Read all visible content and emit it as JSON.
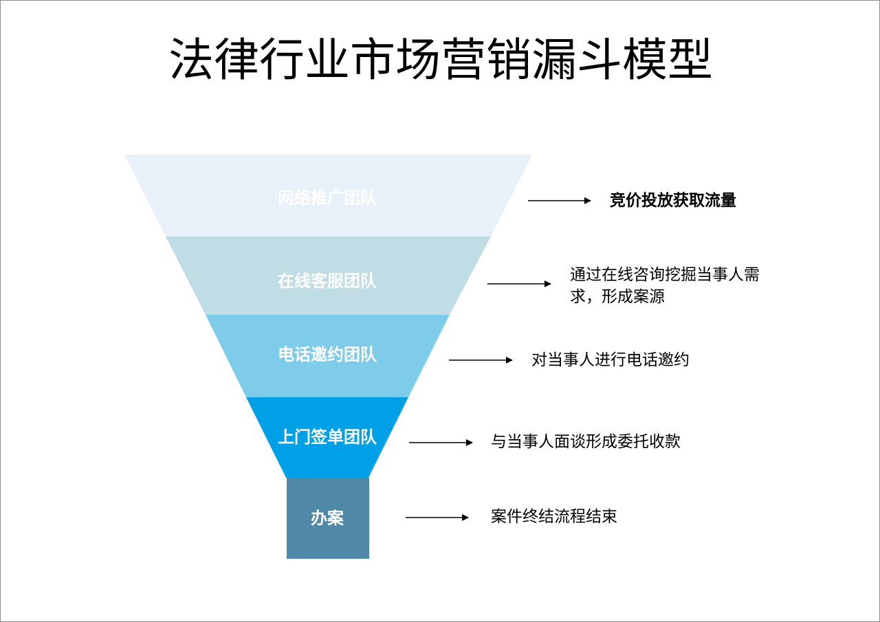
{
  "title": "法律行业市场营销漏斗模型",
  "stages": [
    {
      "label": "网络推广团队",
      "description": "竞价投放获取流量",
      "color": "#e8f0f9",
      "text_color": "#ffffff"
    },
    {
      "label": "在线客服团队",
      "description": "通过在线咨询挖掘当事人需求，形成案源",
      "color": "#c0dde6",
      "text_color": "#ffffff"
    },
    {
      "label": "电话邀约团队",
      "description": "对当事人进行电话邀约",
      "color": "#7fcbea",
      "text_color": "#ffffff"
    },
    {
      "label": "上门签单团队",
      "description": "与当事人面谈形成委托收款",
      "color": "#00a0e6",
      "text_color": "#ffffff"
    },
    {
      "label": "办案",
      "description": "案件终结流程结束",
      "color": "#5088a8",
      "text_color": "#ffffff"
    }
  ],
  "arrow_color": "#000000"
}
